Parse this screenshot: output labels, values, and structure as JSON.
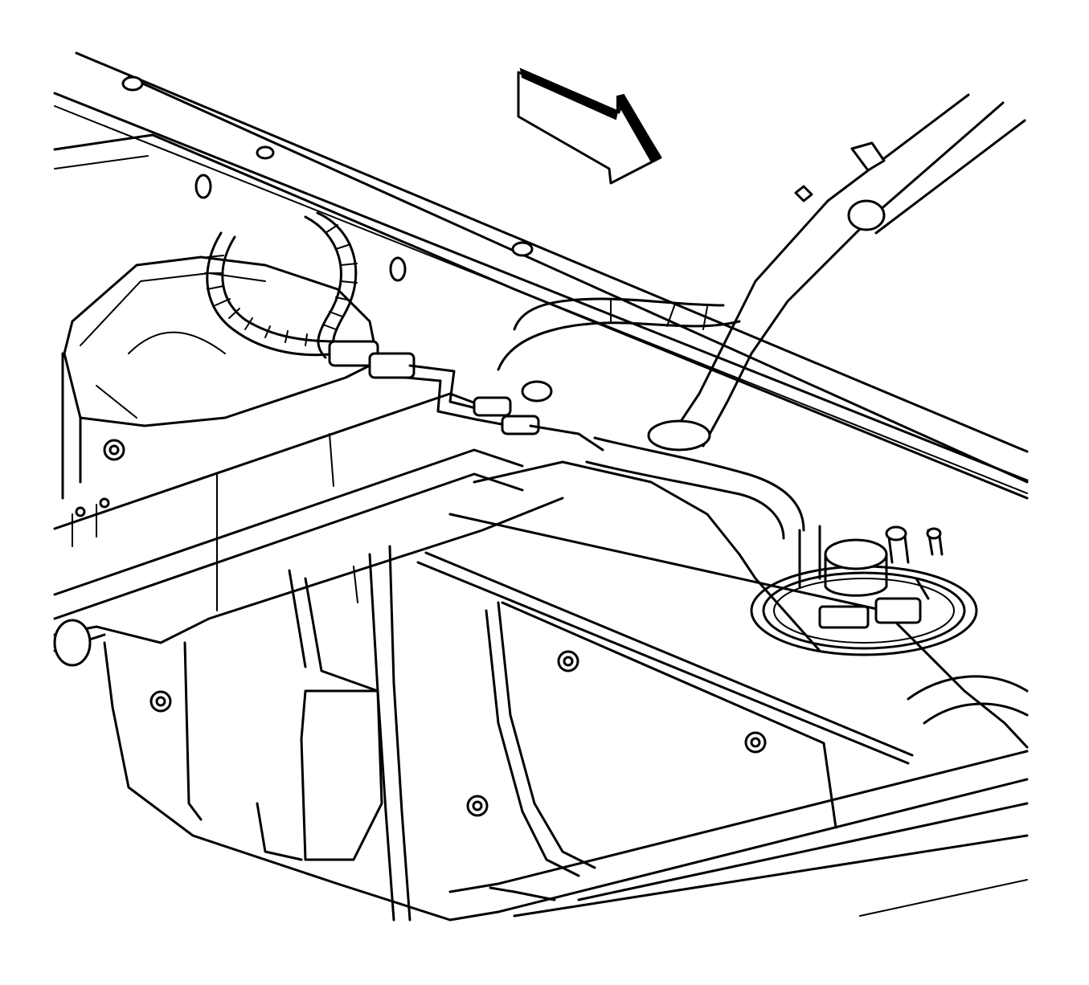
{
  "diagram": {
    "line_color": "#000000",
    "background_color": "#ffffff",
    "components": [
      "frame-rail-upper",
      "frame-crossmember",
      "evap-canister",
      "canister-vent-hose",
      "fuel-lines",
      "fill-neck-hose",
      "fuel-tank",
      "fuel-pump-module",
      "tank-strap",
      "direction-arrow"
    ]
  }
}
